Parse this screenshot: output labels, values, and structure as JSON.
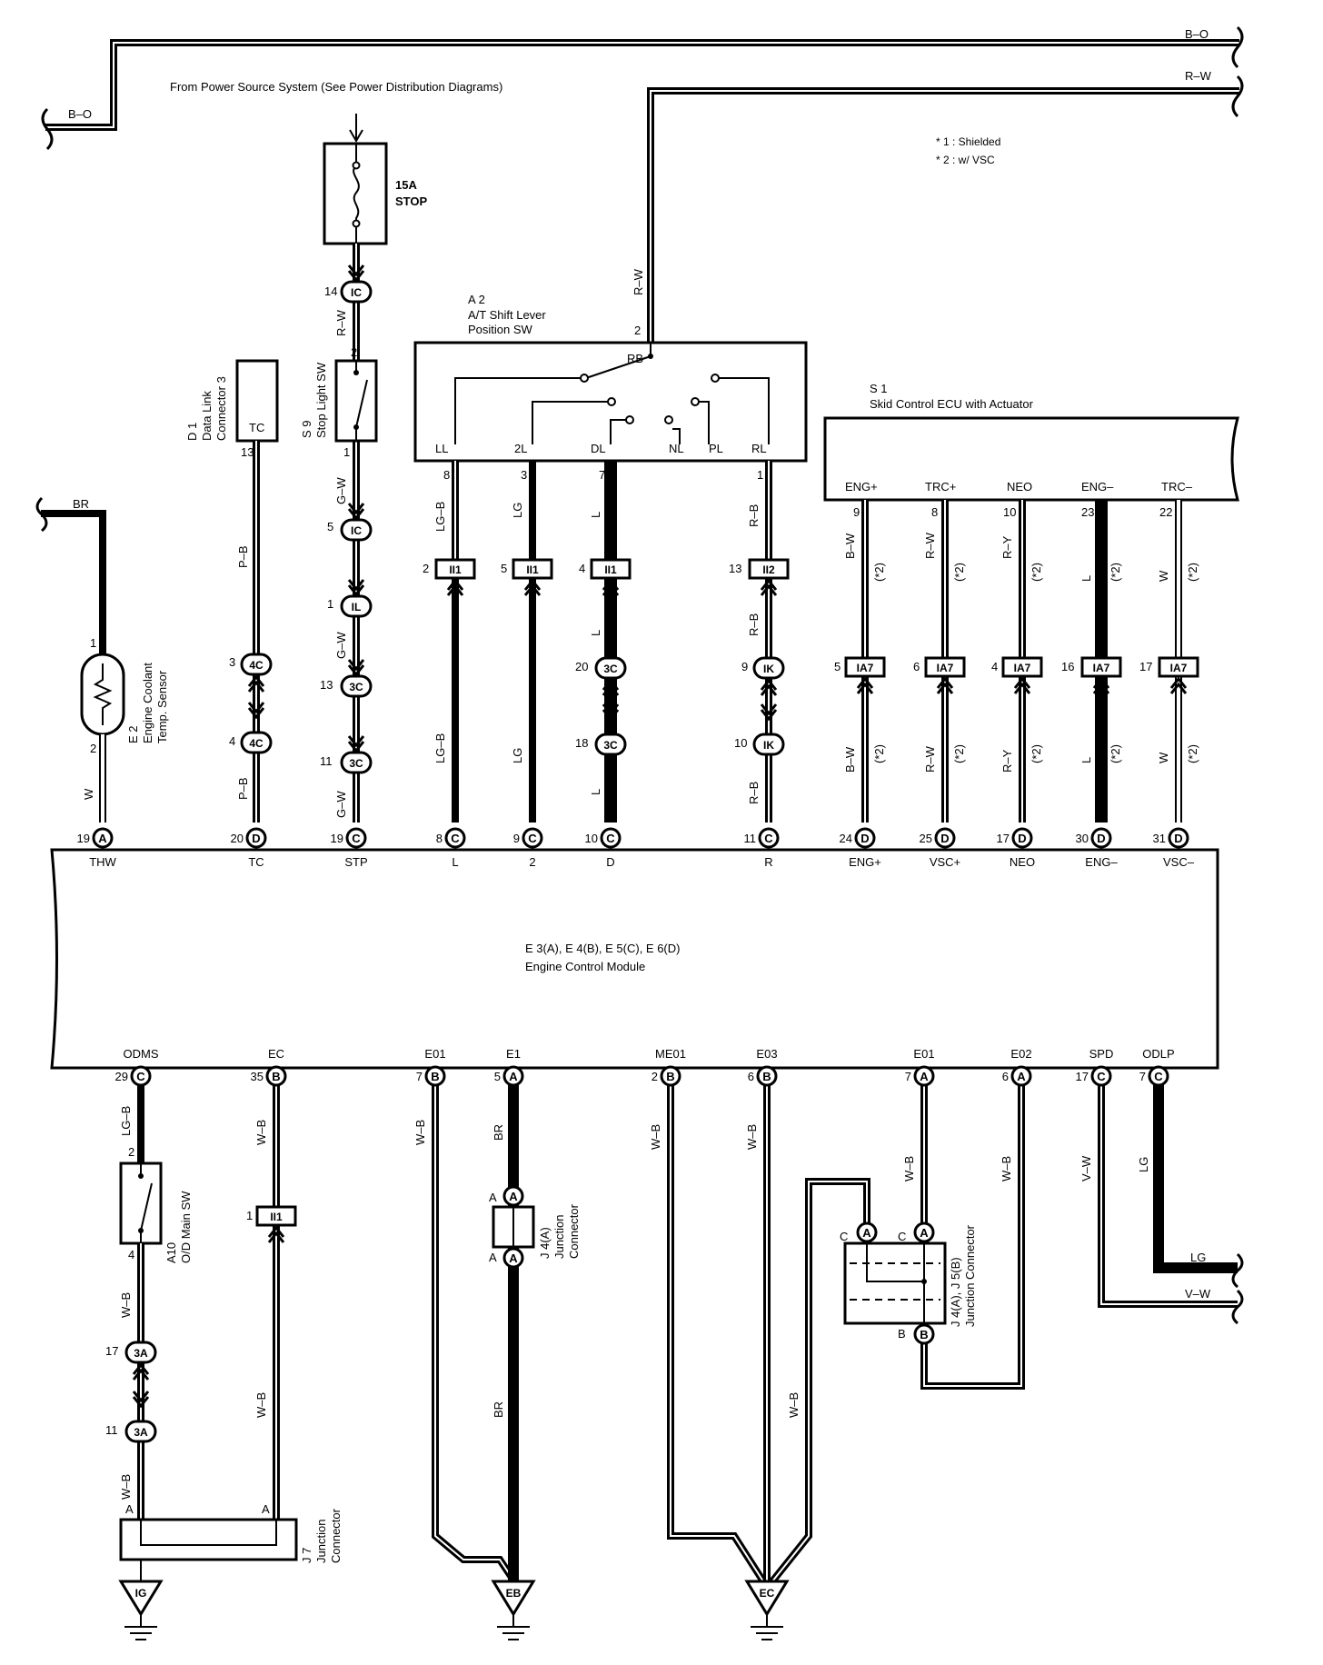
{
  "header": {
    "source_note": "From Power Source System (See Power Distribution Diagrams)",
    "footnote_1": "* 1 : Shielded",
    "footnote_2": "* 2 : w/ VSC"
  },
  "top_wires": {
    "bo_label_right": "B–O",
    "rw_label_right": "R–W",
    "bo_label_left": "B–O",
    "rw_vertical": "R–W",
    "rw_pin": "2"
  },
  "fuse": {
    "rating": "15A",
    "name": "STOP"
  },
  "components": {
    "ecm": {
      "id": "E 3(A), E 4(B), E 5(C), E 6(D)",
      "name": "Engine Control Module"
    },
    "shift_sw": {
      "id": "A 2",
      "name_line1": "A/T Shift Lever",
      "name_line2": "Position SW",
      "common": "RB",
      "pins": [
        "LL",
        "2L",
        "DL",
        "NL",
        "PL",
        "RL"
      ]
    },
    "skid_ecu": {
      "id": "S 1",
      "name": "Skid Control ECU with Actuator",
      "pins": [
        "ENG+",
        "TRC+",
        "NEO",
        "ENG–",
        "TRC–"
      ]
    },
    "dlc3": {
      "id": "D 1",
      "name_line1": "Data Link",
      "name_line2": "Connector 3",
      "pin_label": "TC"
    },
    "stop_sw": {
      "id": "S 9",
      "name": "Stop Light SW"
    },
    "coolant": {
      "id": "E 2",
      "name_line1": "Engine Coolant",
      "name_line2": "Temp. Sensor"
    },
    "od_sw": {
      "id": "A10",
      "name": "O/D Main SW"
    },
    "j7": {
      "id": "J 7",
      "name_line1": "Junction",
      "name_line2": "Connector"
    },
    "j4a": {
      "id": "J 4(A)",
      "name_line1": "Junction",
      "name_line2": "Connector"
    },
    "j4j5": {
      "id": "J 4(A), J 5(B)",
      "name": "Junction Connector"
    }
  },
  "ecm_top_pins": [
    {
      "num": "19",
      "conn": "A",
      "name": "THW"
    },
    {
      "num": "20",
      "conn": "D",
      "name": "TC"
    },
    {
      "num": "19",
      "conn": "C",
      "name": "STP"
    },
    {
      "num": "8",
      "conn": "C",
      "name": "L"
    },
    {
      "num": "9",
      "conn": "C",
      "name": "2"
    },
    {
      "num": "10",
      "conn": "C",
      "name": "D"
    },
    {
      "num": "11",
      "conn": "C",
      "name": "R"
    },
    {
      "num": "24",
      "conn": "D",
      "name": "ENG+"
    },
    {
      "num": "25",
      "conn": "D",
      "name": "VSC+"
    },
    {
      "num": "17",
      "conn": "D",
      "name": "NEO"
    },
    {
      "num": "30",
      "conn": "D",
      "name": "ENG–"
    },
    {
      "num": "31",
      "conn": "D",
      "name": "VSC–"
    }
  ],
  "ecm_bottom_pins": [
    {
      "num": "29",
      "conn": "C",
      "name": "ODMS"
    },
    {
      "num": "35",
      "conn": "B",
      "name": "EC"
    },
    {
      "num": "7",
      "conn": "B",
      "name": "E01"
    },
    {
      "num": "5",
      "conn": "A",
      "name": "E1"
    },
    {
      "num": "2",
      "conn": "B",
      "name": "ME01"
    },
    {
      "num": "6",
      "conn": "B",
      "name": "E03"
    },
    {
      "num": "7",
      "conn": "A",
      "name": "E01"
    },
    {
      "num": "6",
      "conn": "A",
      "name": "E02"
    },
    {
      "num": "17",
      "conn": "C",
      "name": "SPD"
    },
    {
      "num": "7",
      "conn": "C",
      "name": "ODLP"
    }
  ],
  "wire_colors": {
    "br": "BR",
    "w": "W",
    "pb": "P–B",
    "gw": "G–W",
    "rw": "R–W",
    "lgb": "LG–B",
    "lg": "LG",
    "l": "L",
    "rb": "R–B",
    "bw": "B–W",
    "ry": "R–Y",
    "wb": "W–B",
    "vw": "V–W",
    "star2": "(*2)"
  },
  "connector_tags": {
    "ic": "IC",
    "il": "IL",
    "c4": "4C",
    "c3": "3C",
    "ik": "IK",
    "a3": "3A",
    "ii1": "II1",
    "ii2": "II2",
    "ia7": "IA7"
  },
  "pin_numbers": {
    "ic_top": "14",
    "sw_top": "2",
    "sw_bot": "1",
    "ic_mid": "5",
    "il": "1",
    "c3a": "13",
    "c3b": "11",
    "dlc": "13",
    "c4a": "3",
    "c4b": "4",
    "cool_a": "1",
    "cool_b": "2",
    "sh_ll": "8",
    "sh_2l": "3",
    "sh_dl": "7",
    "sh_rl": "1",
    "ii_l": "2",
    "ii_2": "5",
    "ii_d": "4",
    "ii_r": "13",
    "c3d1": "20",
    "c3d2": "18",
    "ik1": "9",
    "ik2": "10",
    "ecu_engp": "9",
    "ecu_trcp": "8",
    "ecu_neo": "10",
    "ecu_engm": "23",
    "ecu_trcm": "22",
    "ia_engp": "5",
    "ia_trcp": "6",
    "ia_neo": "4",
    "ia_engm": "16",
    "ia_trcm": "17",
    "od_top": "2",
    "od_bot": "4",
    "a3a": "17",
    "a3b": "11",
    "ii1_ec": "1"
  },
  "junction_letters": {
    "a": "A",
    "b": "B",
    "c": "C"
  },
  "grounds": {
    "ig": "IG",
    "eb": "EB",
    "ec": "EC"
  }
}
